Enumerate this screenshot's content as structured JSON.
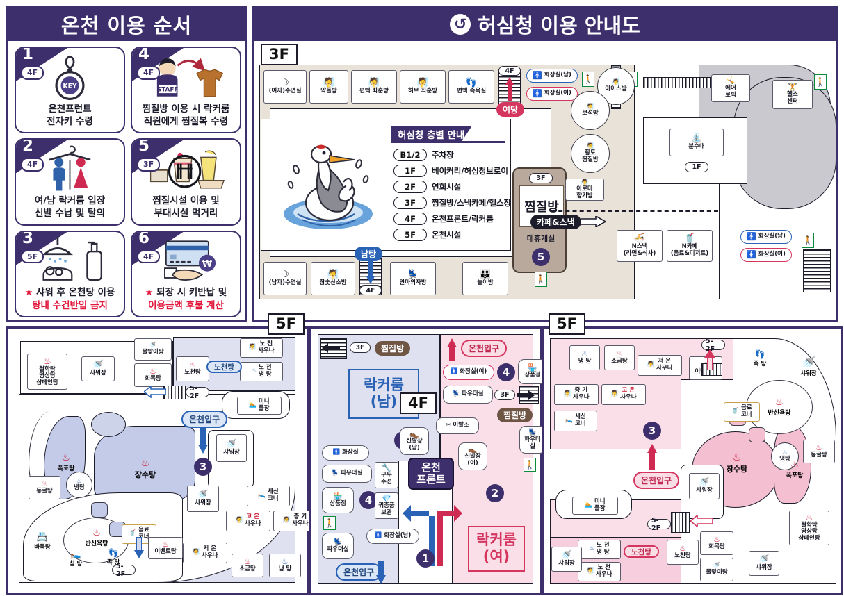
{
  "left_panel": {
    "title": "온천 이용 순서",
    "steps": [
      {
        "num": "1",
        "floor": "4F",
        "icon": "key-tag-icon",
        "caption_line1": "온천프런트",
        "caption_line2": "전자키 수령",
        "caption_red": "",
        "star": false
      },
      {
        "num": "4",
        "floor": "4F",
        "icon": "staff-tshirt-icon",
        "caption_line1": "찜질방 이용 시 락커룸",
        "caption_line2": "직원에게 찜질복 수령",
        "caption_red": "",
        "star": false
      },
      {
        "num": "2",
        "floor": "4F",
        "icon": "male-female-hanger-icon",
        "caption_line1": "여/남 락커룸 입장",
        "caption_line2": "신발 수납 및 탈의",
        "caption_red": "",
        "star": false
      },
      {
        "num": "5",
        "floor": "3F",
        "icon": "food-drink-icon",
        "caption_line1": "찜질시설 이용 및",
        "caption_line2": "부대시설 먹거리",
        "caption_red": "",
        "star": false
      },
      {
        "num": "3",
        "floor": "5F",
        "icon": "shower-soap-icon",
        "caption_line1": "샤워 후 온천탕 이용",
        "caption_line2": "",
        "caption_red": "탕내 수건반입 금지",
        "star": true
      },
      {
        "num": "6",
        "floor": "4F",
        "icon": "credit-card-icon",
        "caption_line1": "퇴장 시 키반납 및",
        "caption_line2": "",
        "caption_red": "이용금액 후불 계산",
        "star": true
      }
    ]
  },
  "right_panel": {
    "title": "허심청 이용 안내도",
    "logo_icon": "crane-logo-icon"
  },
  "floor3": {
    "badge": "3F",
    "top_rooms": [
      {
        "label": "(여자)수면실",
        "icon": "sleep-moon-icon",
        "accent": "여자"
      },
      {
        "label": "약돌방",
        "icon": "sauna-person-icon"
      },
      {
        "label": "편백 좌훈방",
        "icon": "sauna-person-icon"
      },
      {
        "label": "허브 좌훈방",
        "icon": "sauna-person-icon"
      },
      {
        "label": "편백 족욕실",
        "icon": "footbath-icon"
      }
    ],
    "stair_chip_top": "4F",
    "yeotang_pill": "여탕",
    "toilets_top": [
      {
        "label": "화장실(남)",
        "icon": "toilet-male-icon"
      },
      {
        "label": "화장실(여)",
        "icon": "toilet-female-icon"
      }
    ],
    "ice_room": {
      "label": "아이스방",
      "icon": "sauna-person-icon"
    },
    "aerobic": {
      "label_line1": "에어",
      "label_line2": "로빅",
      "icon": "aerobic-icon"
    },
    "health_center": {
      "label_line1": "헬스",
      "label_line2": "센터",
      "icon": "weightlifter-icon"
    },
    "jewel_room": {
      "label": "보석방",
      "icon": "sauna-person-icon"
    },
    "ocher_room": {
      "label_line1": "황토",
      "label_line2": "찜질방",
      "icon": "sauna-person-icon"
    },
    "aroma_room": {
      "label_line1": "아로마",
      "label_line2": "향기방",
      "icon": "sauna-person-icon"
    },
    "fountain": {
      "label": "분수대",
      "icon": "fountain-icon",
      "floor_chip": "1F"
    },
    "cafe_snack_tag": "카페&스낵",
    "snack_shops": [
      {
        "label_line1": "N스낵",
        "label_line2": "(라면&식사)",
        "icon": "ramen-bowl-icon"
      },
      {
        "label_line1": "N카페",
        "label_line2": "(음료&디저트)",
        "icon": "drink-cup-icon"
      }
    ],
    "toilets_right": [
      {
        "label": "화장실(남)",
        "icon": "toilet-male-icon"
      },
      {
        "label": "화장실(여)",
        "icon": "toilet-female-icon"
      }
    ],
    "jjimjilbang": {
      "floor_chip": "3F",
      "title": "찜질방",
      "rest_label": "대휴게실",
      "step_num": "5"
    },
    "bottom_rooms": [
      {
        "label": "(남자)수면실",
        "icon": "sleep-moon-icon",
        "accent": "남자"
      },
      {
        "label": "참숯산소방",
        "icon": "sauna-person-icon"
      },
      {
        "label": "안마의자방",
        "icon": "massage-chair-icon"
      },
      {
        "label": "놀이방",
        "icon": "kids-play-icon"
      }
    ],
    "stair_chip_bottom": "4F",
    "namtang_pill": "남탕",
    "exit_icon": "emergency-exit-icon"
  },
  "guide_box": {
    "heading": "허심청 층별 안내",
    "rows": [
      {
        "floor": "B1/2",
        "text": "주차장"
      },
      {
        "floor": "1F",
        "text": "베이커리/허심청브로이"
      },
      {
        "floor": "2F",
        "text": "연회시설"
      },
      {
        "floor": "3F",
        "text": "찜질방/스낵카페/헬스장"
      },
      {
        "floor": "4F",
        "text": "온천프론트/락커룸"
      },
      {
        "floor": "5F",
        "text": "온천시설"
      }
    ],
    "mascot_icon": "crane-mascot-icon"
  },
  "plan_left_5f": {
    "badge": "5F",
    "entrance_label": "온천입구",
    "entrance_step": "3",
    "stair_chip": "5-2F",
    "rotenburo_pill": "노천탕",
    "rooms": [
      {
        "label_lines": [
          "철학탕",
          "영상탕",
          "샴페인탕"
        ],
        "icon": "hot-spring-icon",
        "type": "hot"
      },
      {
        "label_lines": [
          "샤워장"
        ],
        "icon": "shower-icon",
        "type": "plain"
      },
      {
        "label_lines": [
          "물맞이탕"
        ],
        "icon": "waterfall-bath-icon",
        "type": "plain"
      },
      {
        "label_lines": [
          "회목탕"
        ],
        "icon": "hot-spring-icon",
        "type": "hot"
      },
      {
        "label_lines": [
          "노천탕"
        ],
        "icon": "hot-spring-icon",
        "type": "hot"
      },
      {
        "label_lines": [
          "노 천",
          "사우나"
        ],
        "icon": "sauna-person-icon",
        "type": "plain"
      },
      {
        "label_lines": [
          "노 천",
          "냉 탕"
        ],
        "icon": "cold-bath-icon",
        "type": "cold"
      },
      {
        "label_lines": [
          "미니",
          "풀장"
        ],
        "icon": "swimmer-icon",
        "type": "plain"
      },
      {
        "label_lines": [
          "폭포탕"
        ],
        "icon": "hot-spring-icon",
        "type": "hot"
      },
      {
        "label_lines": [
          "장수탕"
        ],
        "icon": "hot-spring-icon",
        "type": "hot"
      },
      {
        "label_lines": [
          "동굴탕"
        ],
        "icon": "hot-spring-icon",
        "type": "hot"
      },
      {
        "label_lines": [
          "냉탕"
        ],
        "icon": "cold-bath-icon",
        "type": "cold"
      },
      {
        "label_lines": [
          "반신욕탕"
        ],
        "icon": "hot-spring-icon",
        "type": "hot"
      },
      {
        "label_lines": [
          "바둑탕"
        ],
        "icon": "go-board-icon",
        "type": "plain"
      },
      {
        "label_lines": [
          "침 탕"
        ],
        "icon": "lying-person-icon",
        "type": "plain"
      },
      {
        "label_lines": [
          "족 탕"
        ],
        "icon": "footbath-icon",
        "type": "plain"
      },
      {
        "label_lines": [
          "음료",
          "코너"
        ],
        "icon": "drink-cup-icon",
        "type": "plain"
      },
      {
        "label_lines": [
          "이벤트탕"
        ],
        "icon": "hot-spring-icon",
        "type": "hot"
      },
      {
        "label_lines": [
          "샤워장"
        ],
        "icon": "shower-icon",
        "type": "plain"
      },
      {
        "label_lines": [
          "샤워장"
        ],
        "icon": "shower-icon",
        "type": "plain"
      },
      {
        "label_lines": [
          "세신",
          "코너"
        ],
        "icon": "scrub-table-icon",
        "type": "plain"
      },
      {
        "label_lines": [
          "고 온",
          "사우나"
        ],
        "icon": "sauna-person-icon",
        "type": "hotword"
      },
      {
        "label_lines": [
          "증 기",
          "사우나"
        ],
        "icon": "sauna-person-icon",
        "type": "plain"
      },
      {
        "label_lines": [
          "저 온",
          "사우나"
        ],
        "icon": "sauna-person-icon",
        "type": "plain"
      },
      {
        "label_lines": [
          "소금탕"
        ],
        "icon": "hot-spring-icon",
        "type": "hot"
      },
      {
        "label_lines": [
          "냉 탕"
        ],
        "icon": "cold-bath-icon",
        "type": "cold"
      }
    ]
  },
  "plan_4f": {
    "badge": "4F",
    "stair_chip_male": "3F",
    "jjim_tag_male": "찜질방",
    "stair_chip_female": "3F",
    "jjim_tag_female": "찜질방",
    "locker_male_line1": "락커룸",
    "locker_male_line2": "(남)",
    "locker_female_line1": "락커룸",
    "locker_female_line2": "(여)",
    "front_desk_line1": "온천",
    "front_desk_line2": "프론트",
    "entrance_male": "온천입구",
    "entrance_female": "온천입구",
    "step_1": "1",
    "step_2_male": "2",
    "step_2_female": "2",
    "step_4_male": "4",
    "step_4_female": "4",
    "male_rooms": [
      {
        "label": "화장실",
        "icon": "toilet-male-icon"
      },
      {
        "label": "파우더실",
        "icon": "powder-room-icon"
      },
      {
        "label": "상품점",
        "icon": "shop-icon"
      },
      {
        "label": "파우더실",
        "icon": "powder-room-icon"
      },
      {
        "label_lines": [
          "신발장",
          "(남)"
        ],
        "icon": "shoe-locker-icon"
      },
      {
        "label_lines": [
          "구두",
          "수선"
        ],
        "icon": "shoe-repair-icon"
      },
      {
        "label_lines": [
          "귀중품",
          "보관"
        ],
        "icon": "valuables-icon"
      },
      {
        "label": "화장실(남)",
        "icon": "toilet-male-icon"
      }
    ],
    "female_rooms": [
      {
        "label": "화장실(여)",
        "icon": "toilet-female-icon"
      },
      {
        "label": "파우더실",
        "icon": "powder-room-icon"
      },
      {
        "label": "상품점",
        "icon": "shop-icon"
      },
      {
        "label": "파우더실",
        "icon": "powder-room-icon"
      },
      {
        "label_lines": [
          "신발장",
          "(여)"
        ],
        "icon": "shoe-locker-icon"
      },
      {
        "label": "이발소",
        "icon": "barber-icon"
      }
    ],
    "exit_icon": "emergency-exit-icon"
  },
  "plan_right_5f": {
    "badge": "5F",
    "entrance_label": "온천입구",
    "entrance_step": "3",
    "stair_chip_top": "5-2F",
    "stair_chip_bottom": "5-2F",
    "rotenburo_pill": "노천탕",
    "rooms": [
      {
        "label_lines": [
          "냉 탕"
        ],
        "icon": "cold-bath-icon",
        "type": "cold"
      },
      {
        "label_lines": [
          "소금탕"
        ],
        "icon": "hot-spring-icon",
        "type": "hot"
      },
      {
        "label_lines": [
          "저 온",
          "사우나"
        ],
        "icon": "sauna-person-icon",
        "type": "plain"
      },
      {
        "label_lines": [
          "증 기",
          "사우나"
        ],
        "icon": "sauna-person-icon",
        "type": "plain"
      },
      {
        "label_lines": [
          "고 온",
          "사우나"
        ],
        "icon": "sauna-person-icon",
        "type": "hotword"
      },
      {
        "label_lines": [
          "세신",
          "코너"
        ],
        "icon": "scrub-table-icon",
        "type": "plain"
      },
      {
        "label_lines": [
          "이벤트탕"
        ],
        "icon": "hot-spring-icon",
        "type": "hot"
      },
      {
        "label_lines": [
          "음료",
          "코너"
        ],
        "icon": "drink-cup-icon",
        "type": "plain"
      },
      {
        "label_lines": [
          "족 탕"
        ],
        "icon": "footbath-icon",
        "type": "plain"
      },
      {
        "label_lines": [
          "샤워장"
        ],
        "icon": "shower-icon",
        "type": "plain"
      },
      {
        "label_lines": [
          "반신욕탕"
        ],
        "icon": "hot-spring-icon",
        "type": "hot"
      },
      {
        "label_lines": [
          "냉탕"
        ],
        "icon": "cold-bath-icon",
        "type": "cold"
      },
      {
        "label_lines": [
          "동굴탕"
        ],
        "icon": "hot-spring-icon",
        "type": "hot"
      },
      {
        "label_lines": [
          "샤워장"
        ],
        "icon": "shower-icon",
        "type": "plain"
      },
      {
        "label_lines": [
          "장수탕"
        ],
        "icon": "hot-spring-icon",
        "type": "hot"
      },
      {
        "label_lines": [
          "폭포탕"
        ],
        "icon": "hot-spring-icon",
        "type": "hot"
      },
      {
        "label_lines": [
          "철학탕",
          "영상탕",
          "샴페인탕"
        ],
        "icon": "hot-spring-icon",
        "type": "hot"
      },
      {
        "label_lines": [
          "회목탕"
        ],
        "icon": "hot-spring-icon",
        "type": "hot"
      },
      {
        "label_lines": [
          "물맞이탕"
        ],
        "icon": "waterfall-bath-icon",
        "type": "plain"
      },
      {
        "label_lines": [
          "샤워장"
        ],
        "icon": "shower-icon",
        "type": "plain"
      },
      {
        "label_lines": [
          "미니",
          "풀장"
        ],
        "icon": "swimmer-icon",
        "type": "plain"
      },
      {
        "label_lines": [
          "노 천",
          "냉 탕"
        ],
        "icon": "cold-bath-icon",
        "type": "cold"
      },
      {
        "label_lines": [
          "노 천",
          "사우나"
        ],
        "icon": "sauna-person-icon",
        "type": "plain"
      },
      {
        "label_lines": [
          "노천탕"
        ],
        "icon": "hot-spring-icon",
        "type": "hot"
      },
      {
        "label_lines": [
          "샤워장"
        ],
        "icon": "shower-icon",
        "type": "plain"
      }
    ]
  },
  "colors": {
    "brand_purple": "#3d2f6b",
    "male_blue": "#2a62b5",
    "female_pink": "#d4365f",
    "hot_red": "#c8102e",
    "cold_blue": "#2a62b5",
    "jjim_brown": "#b9a99c",
    "gray_area": "#c9c9cf",
    "beige_area": "#e8e2d8"
  }
}
